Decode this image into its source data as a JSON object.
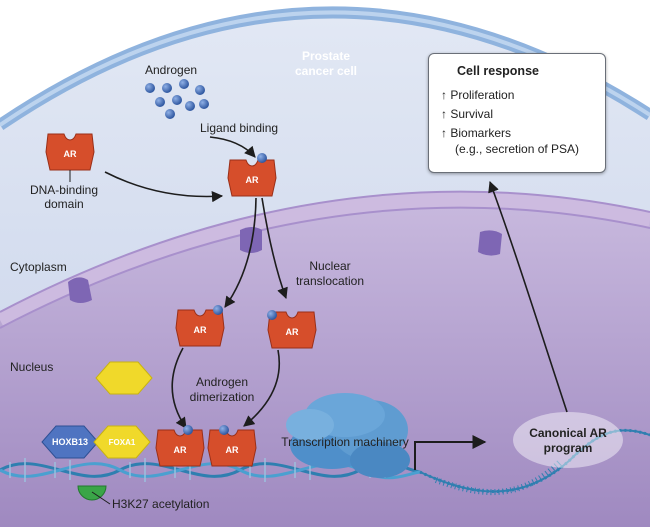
{
  "labels": {
    "cell": [
      "Prostate",
      "cancer cell"
    ],
    "androgen": "Androgen",
    "ligand_binding": "Ligand binding",
    "dna_binding_domain": [
      "DNA-binding",
      "domain"
    ],
    "cytoplasm": "Cytoplasm",
    "nucleus": "Nucleus",
    "nuclear_translocation": [
      "Nuclear",
      "translocation"
    ],
    "androgen_dimerization": [
      "Androgen",
      "dimerization"
    ],
    "transcription_machinery": "Transcription machinery",
    "canonical_program": [
      "Canonical AR",
      "program"
    ],
    "h3k27": "H3K27 acetylation",
    "hoxb13": "HOXB13",
    "foxa1": "FOXA1",
    "ar": "AR"
  },
  "cell_response": {
    "title": "Cell response",
    "arrow": "↑",
    "items": [
      "Proliferation",
      "Survival",
      "Biomarkers"
    ],
    "biomarkers_detail": "(e.g., secretion of PSA)"
  },
  "colors": {
    "cell_fill": "#d3dcef",
    "membrane": "#8fb3de",
    "nucleus_fill": "#b9a6d1",
    "nuclear_envelope": "#cdbbe0",
    "pore": "#7e66b4",
    "ar_protein": "#d64e2b",
    "androgen_ball": "#3e6bb6",
    "hoxb13": "#4f74c1",
    "foxa1": "#f0d92a",
    "h3k27": "#3aa548",
    "dna": "#2f7fb0",
    "machinery": "#5f9cd1"
  }
}
